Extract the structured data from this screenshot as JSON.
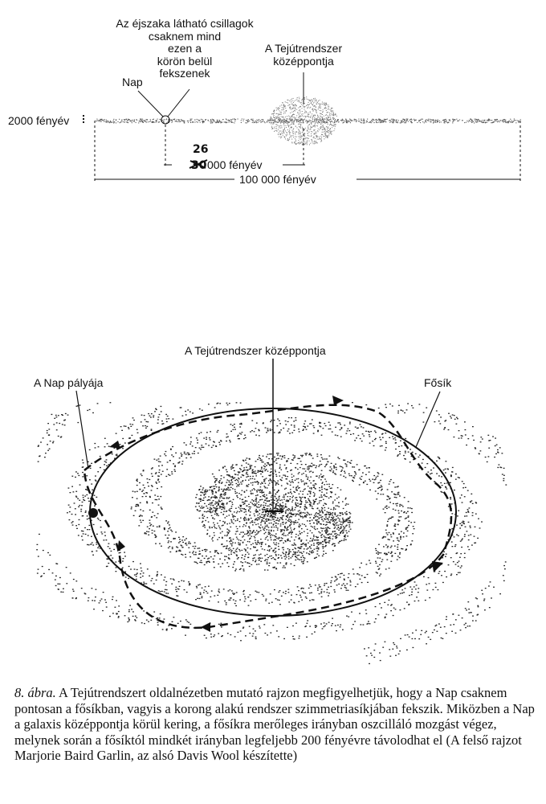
{
  "top_diagram": {
    "stars_note_lines": [
      "Az éjszaka látható csillagok",
      "csaknem mind",
      "ezen a",
      "körön belül",
      "fekszenek"
    ],
    "sun_label": "Nap",
    "center_label_lines": [
      "A Tejútrendszer",
      "középpontja"
    ],
    "thickness_label": "2000 fényév",
    "distance_handwritten_digits": "26",
    "distance_struck_digits": "30",
    "distance_label_suffix": "000 fényév",
    "diameter_label": "100 000 fényév"
  },
  "bottom_diagram": {
    "center_label": "A Tejútrendszer középpontja",
    "sun_orbit_label": "A Nap pályája",
    "main_plane_label": "Fősík"
  },
  "caption": {
    "figure_number": "8. ábra.",
    "text": "A Tejútrendszert oldalnézetben mutató rajzon megfigyelhetjük, hogy a Nap csaknem pontosan a fősíkban, vagyis a korong alakú rendszer szimmetriasíkjában fekszik. Miközben a Nap a galaxis középpontja körül kering, a fősíkra merőleges irányban oszcilláló mozgást végez, melynek során a fősíktól mindkét irányban legfeljebb 200 fényévre távolodhat el (A felső rajzot Marjorie Baird Garlin, az alsó Davis Wool készítette)"
  }
}
